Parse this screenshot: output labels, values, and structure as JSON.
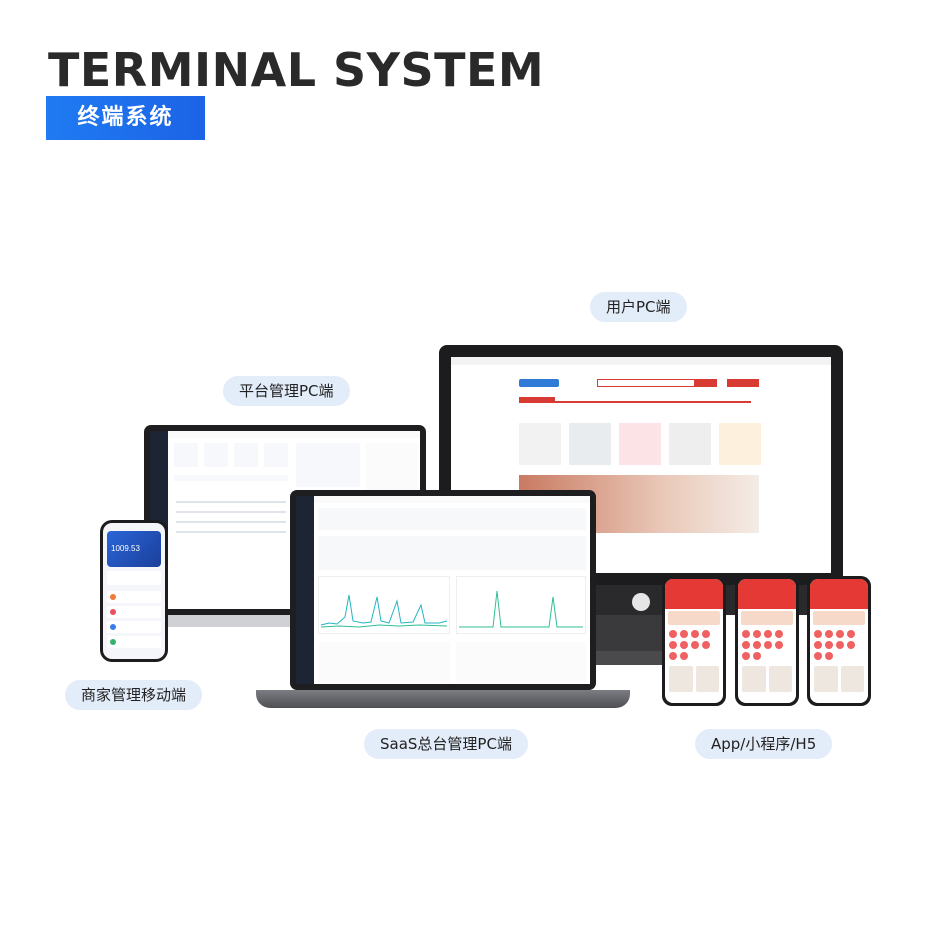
{
  "header": {
    "title": "TERMINAL SYSTEM",
    "subtitle": "终端系统"
  },
  "labels": {
    "user_pc": "用户PC端",
    "platform_pc": "平台管理PC端",
    "merchant_mobile": "商家管理移动端",
    "saas_pc": "SaaS总台管理PC端",
    "app": "App/小程序/H5"
  },
  "merchant_phone": {
    "amount": "1009.53"
  },
  "colors": {
    "accent_blue": "#1f6ef0",
    "pill_bg": "#e3ecf9",
    "app_red": "#e53935"
  }
}
